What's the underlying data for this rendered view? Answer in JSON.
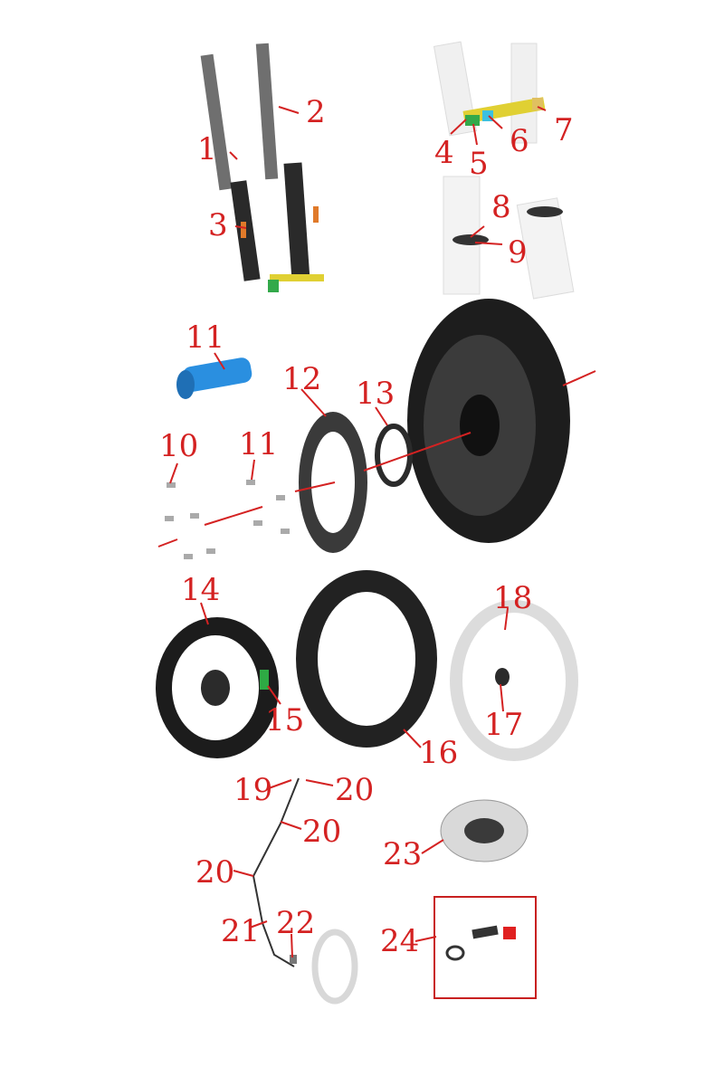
{
  "callouts": [
    {
      "id": "c1",
      "label": "1"
    },
    {
      "id": "c2",
      "label": "2"
    },
    {
      "id": "c3",
      "label": "3"
    },
    {
      "id": "c4",
      "label": "4"
    },
    {
      "id": "c5",
      "label": "5"
    },
    {
      "id": "c6",
      "label": "6"
    },
    {
      "id": "c7",
      "label": "7"
    },
    {
      "id": "c8",
      "label": "8"
    },
    {
      "id": "c9",
      "label": "9"
    },
    {
      "id": "c11a",
      "label": "11"
    },
    {
      "id": "c12",
      "label": "12"
    },
    {
      "id": "c13",
      "label": "13"
    },
    {
      "id": "c10",
      "label": "10"
    },
    {
      "id": "c11b",
      "label": "11"
    },
    {
      "id": "c14",
      "label": "14"
    },
    {
      "id": "c15",
      "label": "15"
    },
    {
      "id": "c16",
      "label": "16"
    },
    {
      "id": "c18",
      "label": "18"
    },
    {
      "id": "c17",
      "label": "17"
    },
    {
      "id": "c19",
      "label": "19"
    },
    {
      "id": "c20a",
      "label": "20"
    },
    {
      "id": "c20b",
      "label": "20"
    },
    {
      "id": "c20c",
      "label": "20"
    },
    {
      "id": "c21",
      "label": "21"
    },
    {
      "id": "c22",
      "label": "22"
    },
    {
      "id": "c23",
      "label": "23"
    },
    {
      "id": "c24",
      "label": "24"
    }
  ],
  "colors": {
    "callout": "#d42222",
    "metal_dark": "#2b2b2b",
    "axle_blue": "#2a8fe0",
    "ghost": "#cfcfcf"
  }
}
